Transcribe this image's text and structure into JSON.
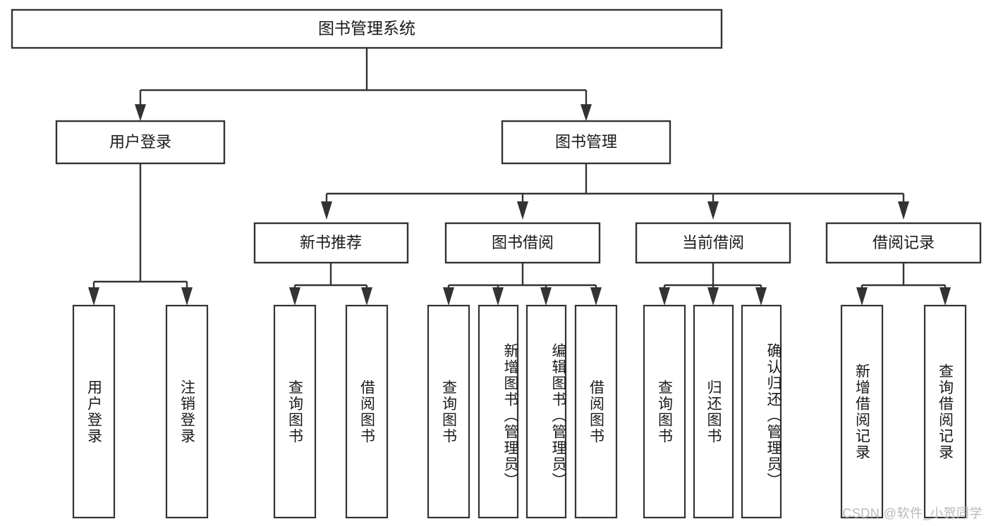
{
  "diagram": {
    "type": "hierarchy-tree",
    "title_node": {
      "label": "图书管理系统"
    },
    "level2": [
      {
        "id": "user-login",
        "label": "用户登录"
      },
      {
        "id": "book-management",
        "label": "图书管理"
      }
    ],
    "level3": [
      {
        "id": "new-book-recommend",
        "label": "新书推荐",
        "parent": "book-management"
      },
      {
        "id": "book-borrow",
        "label": "图书借阅",
        "parent": "book-management"
      },
      {
        "id": "current-borrow",
        "label": "当前借阅",
        "parent": "book-management"
      },
      {
        "id": "borrow-record",
        "label": "借阅记录",
        "parent": "book-management"
      }
    ],
    "leaves": [
      {
        "id": "leaf-user-login",
        "label": "用户登录",
        "parent": "user-login"
      },
      {
        "id": "leaf-logout-login",
        "label": "注销登录",
        "parent": "user-login"
      },
      {
        "id": "leaf-query-book-1",
        "label": "查询图书",
        "parent": "new-book-recommend"
      },
      {
        "id": "leaf-borrow-book-1",
        "label": "借阅图书",
        "parent": "new-book-recommend"
      },
      {
        "id": "leaf-query-book-2",
        "label": "查询图书",
        "parent": "book-borrow"
      },
      {
        "id": "leaf-add-book",
        "label": "新增图书（管理员）",
        "parent": "book-borrow"
      },
      {
        "id": "leaf-edit-book",
        "label": "编辑图书（管理员）",
        "parent": "book-borrow"
      },
      {
        "id": "leaf-borrow-book-2",
        "label": "借阅图书",
        "parent": "book-borrow"
      },
      {
        "id": "leaf-query-book-3",
        "label": "查询图书",
        "parent": "current-borrow"
      },
      {
        "id": "leaf-return-book",
        "label": "归还图书",
        "parent": "current-borrow"
      },
      {
        "id": "leaf-confirm-return",
        "label": "确认归还（管理员）",
        "parent": "current-borrow"
      },
      {
        "id": "leaf-add-record",
        "label": "新增借阅记录",
        "parent": "borrow-record"
      },
      {
        "id": "leaf-query-record",
        "label": "查询借阅记录",
        "parent": "borrow-record"
      }
    ],
    "colors": {
      "stroke": "#333333",
      "fill": "#ffffff",
      "text": "#1a1a1a",
      "watermark": "#b9b9b9"
    }
  },
  "watermark": {
    "text": "CSDN @软件_小贺同学"
  }
}
